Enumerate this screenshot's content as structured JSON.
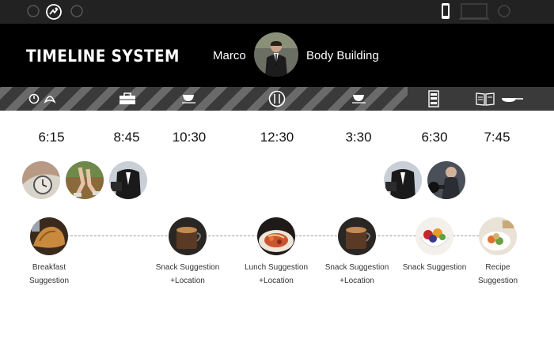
{
  "header": {
    "title": "TIMELINE SYSTEM",
    "user_name": "Marco",
    "goal": "Body Building"
  },
  "times": [
    "6:15",
    "8:45",
    "10:30",
    "12:30",
    "3:30",
    "6:30",
    "7:45"
  ],
  "meals": [
    {
      "line1": "Breakfast",
      "line2": "Suggestion"
    },
    {
      "line1": "Snack Suggestion",
      "line2": "+Location"
    },
    {
      "line1": "Lunch Suggestion",
      "line2": "+Location"
    },
    {
      "line1": "Snack Suggestion",
      "line2": "+Location"
    },
    {
      "line1": "Snack Suggestion",
      "line2": ""
    },
    {
      "line1": "Recipe",
      "line2": "Suggestion"
    }
  ]
}
